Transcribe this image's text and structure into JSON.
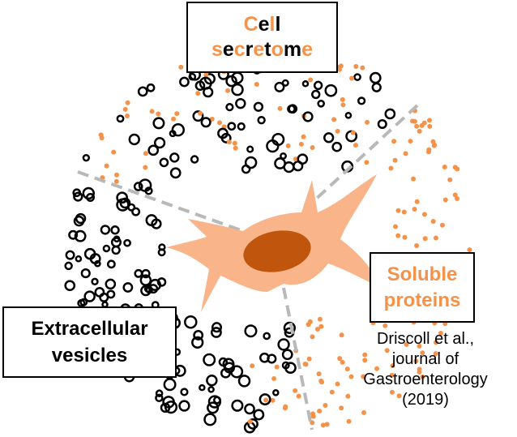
{
  "title": {
    "line1": [
      {
        "t": "C",
        "c": "o"
      },
      {
        "t": "e",
        "c": "k"
      },
      {
        "t": "l",
        "c": "o"
      },
      {
        "t": "l",
        "c": "k"
      }
    ],
    "line2": [
      {
        "t": "s",
        "c": "o"
      },
      {
        "t": "e",
        "c": "k"
      },
      {
        "t": "c",
        "c": "o"
      },
      {
        "t": "r",
        "c": "k"
      },
      {
        "t": "e",
        "c": "o"
      },
      {
        "t": "t",
        "c": "k"
      },
      {
        "t": "o",
        "c": "o"
      },
      {
        "t": "m",
        "c": "k"
      },
      {
        "t": "e",
        "c": "o"
      }
    ]
  },
  "soluble": {
    "line1": "Soluble",
    "line2": "proteins"
  },
  "vesicles": {
    "line1": "Extracellular",
    "line2": "vesicles"
  },
  "citation": {
    "line1": "Driscoll et al.,",
    "line2": "journal of",
    "line3": "Gastroenterology",
    "line4": "(2019)"
  },
  "colors": {
    "orange": "#f5924a",
    "cell": "#f9b48a",
    "nucleus": "#c0560e",
    "divider": "#b8b8b8"
  }
}
